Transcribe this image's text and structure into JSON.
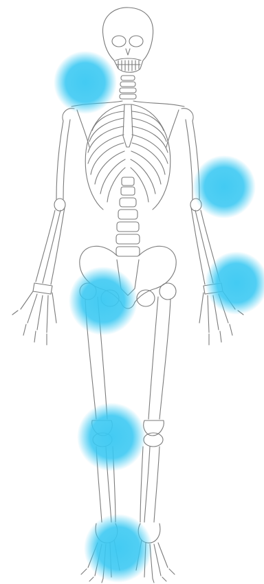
{
  "figure": {
    "subject": "skeleton-front-view",
    "background_color": "#ffffff",
    "line_color": "#7a7a7a",
    "hotspot_color": "#39c8f2"
  },
  "hotspots": [
    {
      "id": "left-shoulder-neck-hotspot"
    },
    {
      "id": "right-elbow-hotspot"
    },
    {
      "id": "right-wrist-hotspot"
    },
    {
      "id": "left-hip-hotspot"
    },
    {
      "id": "left-knee-hotspot"
    },
    {
      "id": "left-ankle-hotspot"
    }
  ]
}
